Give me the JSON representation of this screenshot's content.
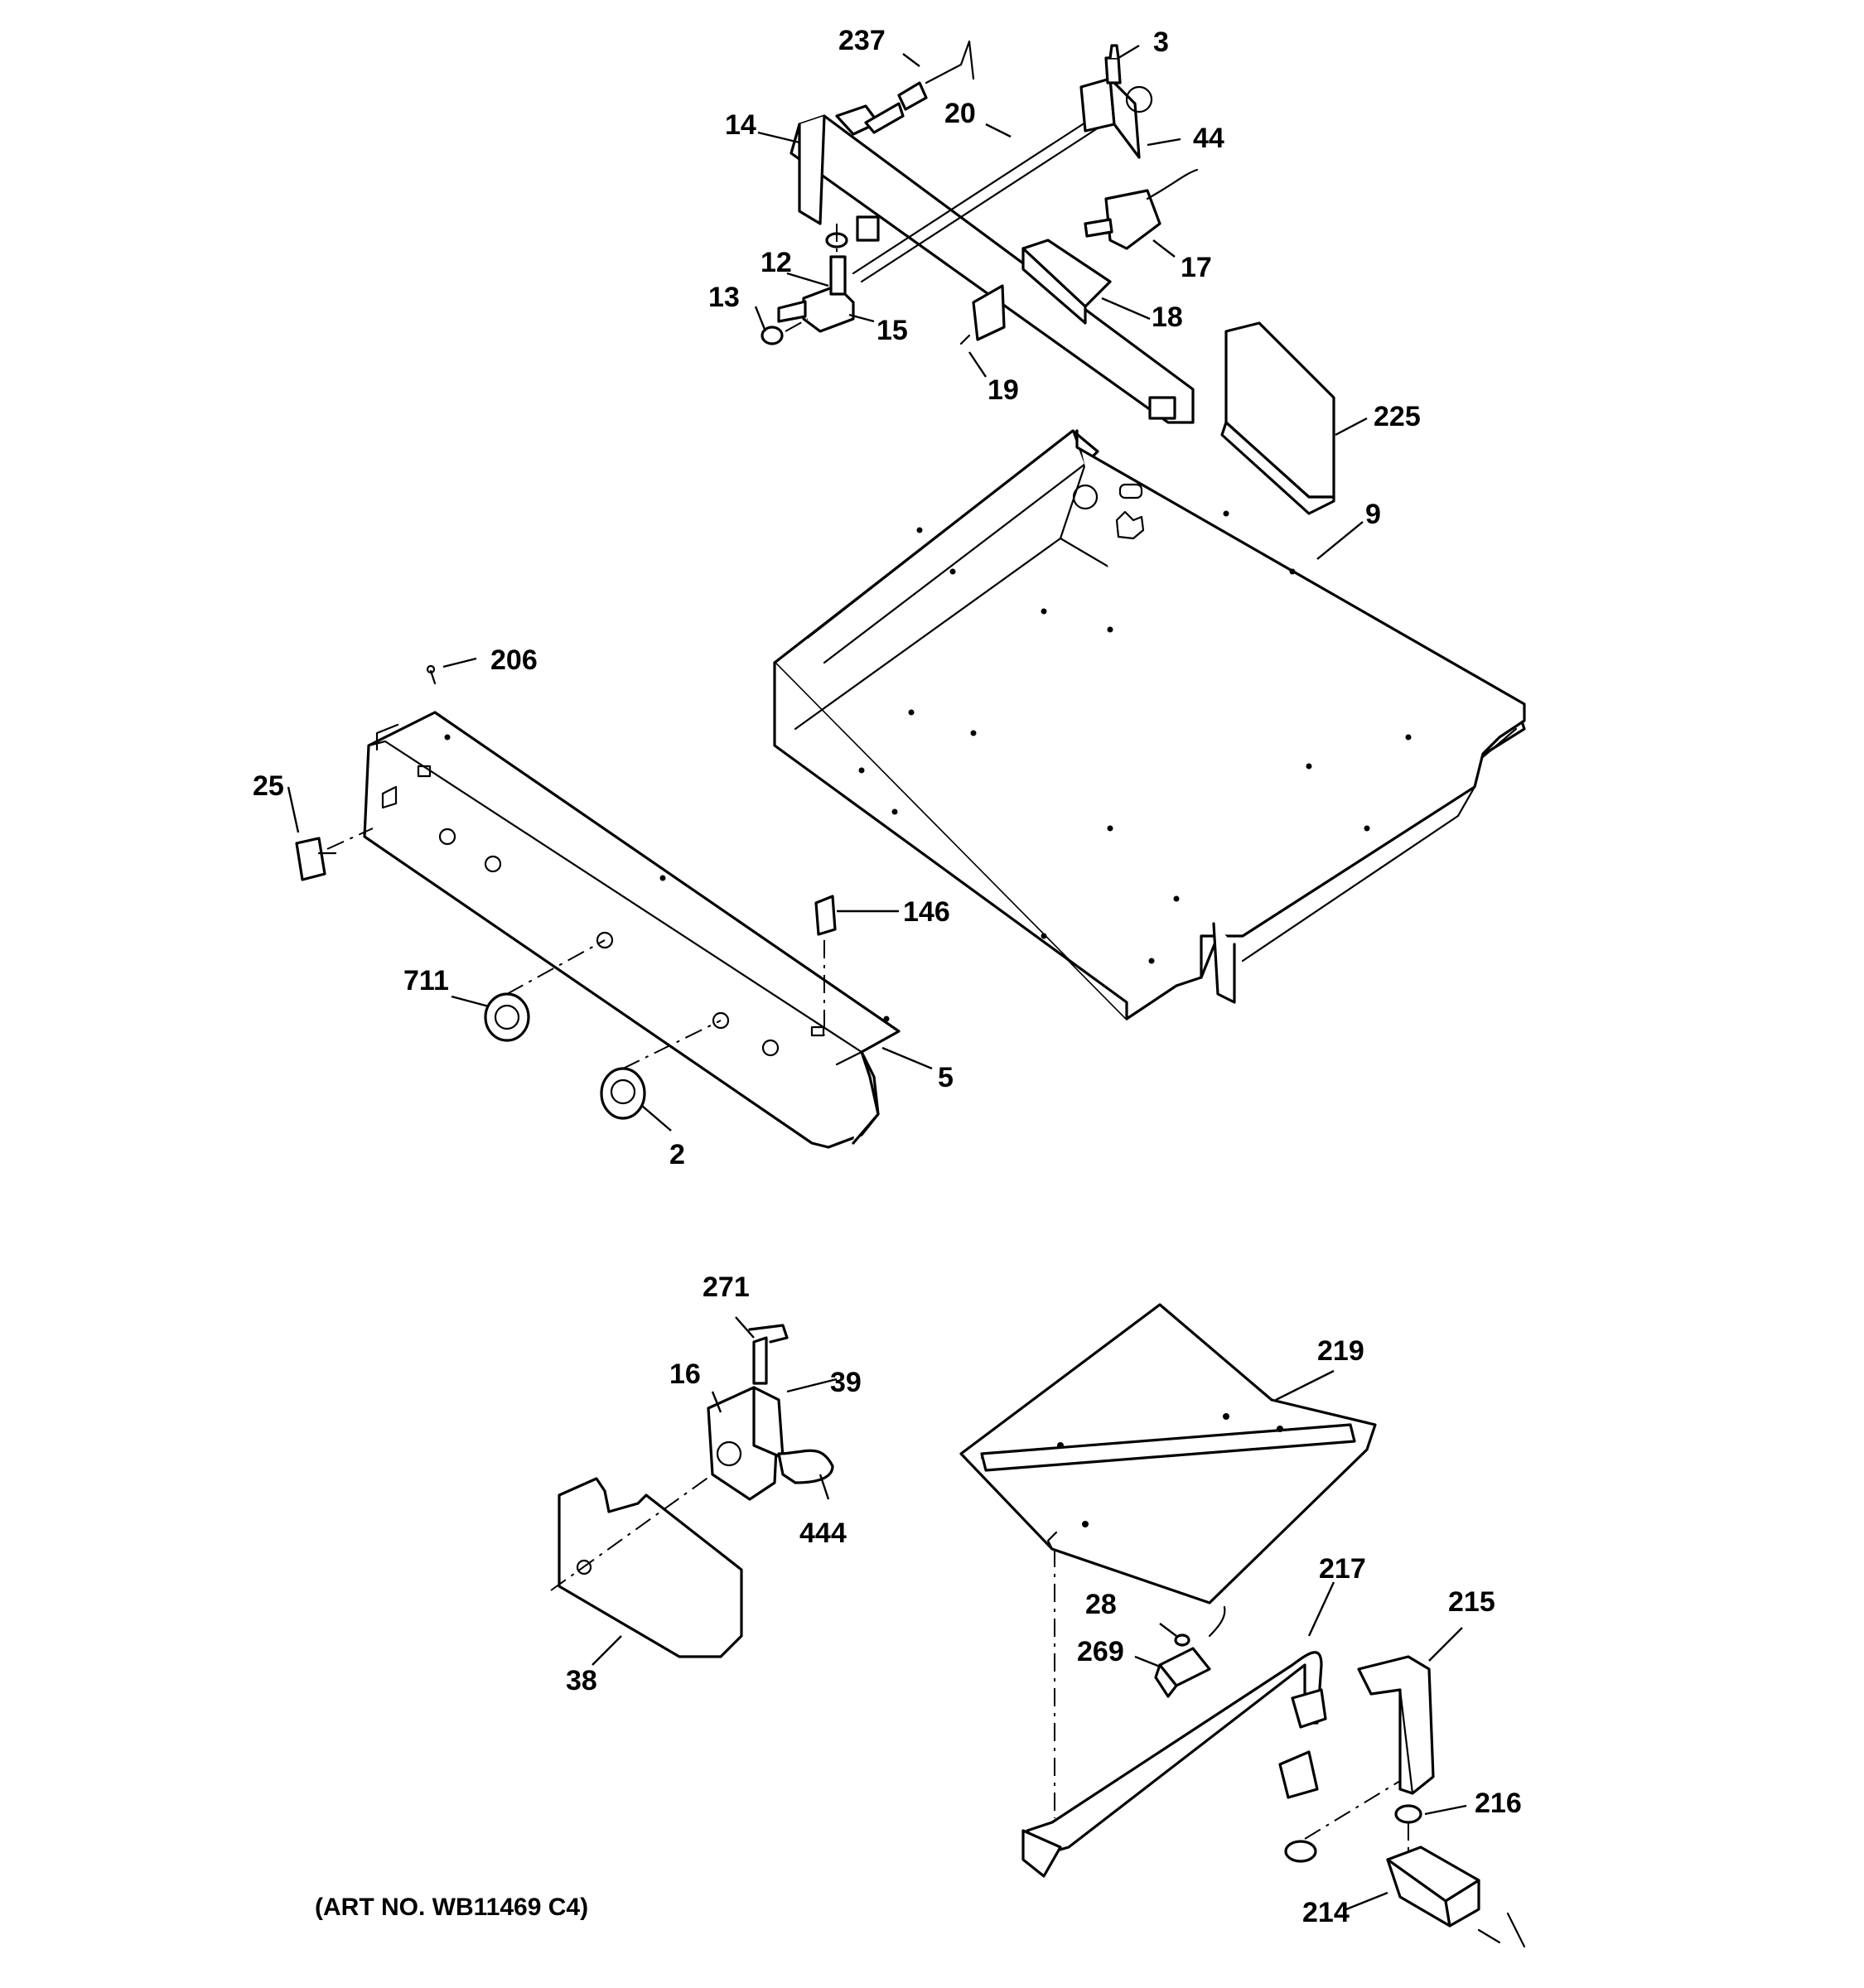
{
  "diagram": {
    "art_number": "(ART NO. WB11469 C4)",
    "callouts": {
      "c237": "237",
      "c3": "3",
      "c14": "14",
      "c20": "20",
      "c44": "44",
      "c12": "12",
      "c13": "13",
      "c15": "15",
      "c17": "17",
      "c18": "18",
      "c19": "19",
      "c225": "225",
      "c9": "9",
      "c206": "206",
      "c25": "25",
      "c146": "146",
      "c711": "711",
      "c5": "5",
      "c2": "2",
      "c271": "271",
      "c16": "16",
      "c39": "39",
      "c444": "444",
      "c38": "38",
      "c219": "219",
      "c28": "28",
      "c217": "217",
      "c269": "269",
      "c215": "215",
      "c216": "216",
      "c214": "214"
    }
  }
}
